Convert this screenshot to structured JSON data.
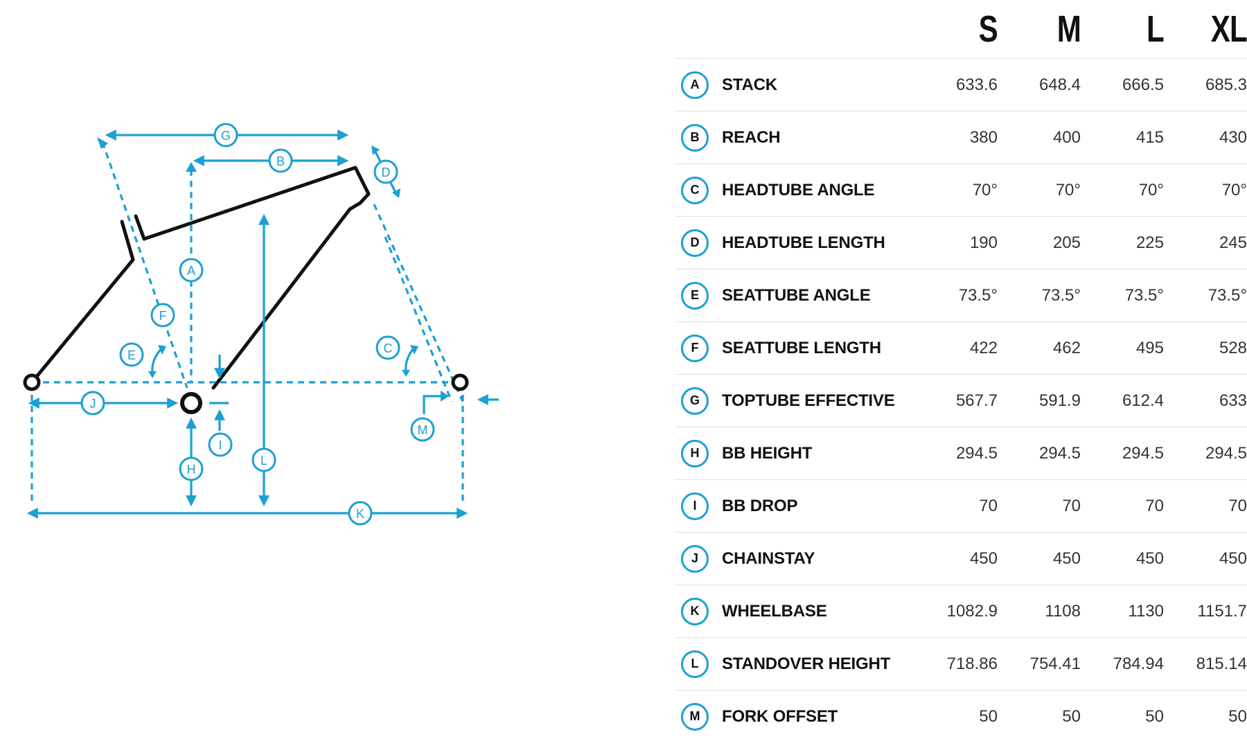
{
  "sizes": [
    "S",
    "M",
    "L",
    "XL"
  ],
  "diagram_labels": {
    "a": "A",
    "b": "B",
    "c": "C",
    "d": "D",
    "e": "E",
    "f": "F",
    "g": "G",
    "h": "H",
    "i": "I",
    "j": "J",
    "k": "K",
    "l": "L",
    "m": "M"
  },
  "rows": [
    {
      "letter": "A",
      "label": "STACK",
      "values": [
        "633.6",
        "648.4",
        "666.5",
        "685.3"
      ]
    },
    {
      "letter": "B",
      "label": "REACH",
      "values": [
        "380",
        "400",
        "415",
        "430"
      ]
    },
    {
      "letter": "C",
      "label": "HEADTUBE ANGLE",
      "values": [
        "70°",
        "70°",
        "70°",
        "70°"
      ]
    },
    {
      "letter": "D",
      "label": "HEADTUBE LENGTH",
      "values": [
        "190",
        "205",
        "225",
        "245"
      ]
    },
    {
      "letter": "E",
      "label": "SEATTUBE ANGLE",
      "values": [
        "73.5°",
        "73.5°",
        "73.5°",
        "73.5°"
      ]
    },
    {
      "letter": "F",
      "label": "SEATTUBE LENGTH",
      "values": [
        "422",
        "462",
        "495",
        "528"
      ]
    },
    {
      "letter": "G",
      "label": "TOPTUBE EFFECTIVE",
      "values": [
        "567.7",
        "591.9",
        "612.4",
        "633"
      ]
    },
    {
      "letter": "H",
      "label": "BB HEIGHT",
      "values": [
        "294.5",
        "294.5",
        "294.5",
        "294.5"
      ]
    },
    {
      "letter": "I",
      "label": "BB DROP",
      "values": [
        "70",
        "70",
        "70",
        "70"
      ]
    },
    {
      "letter": "J",
      "label": "CHAINSTAY",
      "values": [
        "450",
        "450",
        "450",
        "450"
      ]
    },
    {
      "letter": "K",
      "label": "WHEELBASE",
      "values": [
        "1082.9",
        "1108",
        "1130",
        "1151.7"
      ]
    },
    {
      "letter": "L",
      "label": "STANDOVER HEIGHT",
      "values": [
        "718.86",
        "754.41",
        "784.94",
        "815.14"
      ]
    },
    {
      "letter": "M",
      "label": "FORK OFFSET",
      "values": [
        "50",
        "50",
        "50",
        "50"
      ]
    }
  ],
  "colors": {
    "accent": "#1aa0d2",
    "frame": "#111111",
    "divider": "#e2e2e2"
  }
}
